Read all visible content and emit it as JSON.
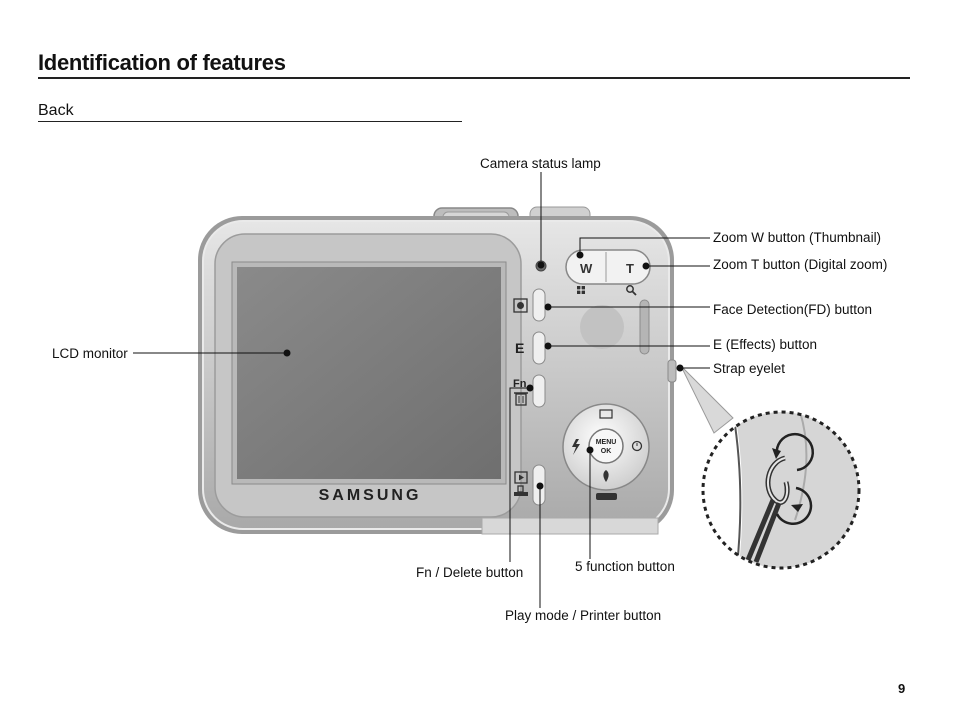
{
  "header": {
    "title": "Identification of features"
  },
  "section": {
    "title": "Back"
  },
  "camera": {
    "brand": "SAMSUNG",
    "zoom_w_glyph": "W",
    "zoom_t_glyph": "T",
    "effects_glyph": "E",
    "fn_glyph": "Fn",
    "menu_glyph": "MENU",
    "ok_glyph": "OK"
  },
  "callouts": {
    "status_lamp": "Camera status lamp",
    "zoom_w": "Zoom W button (Thumbnail)",
    "zoom_t": "Zoom T button (Digital zoom)",
    "face_detection": "Face Detection(FD) button",
    "effects": "E (Effects) button",
    "strap": "Strap eyelet",
    "lcd": "LCD monitor",
    "fn_delete": "Fn / Delete button",
    "five_function": "5 function button",
    "play_printer": "Play mode / Printer button"
  },
  "footer": {
    "page_number": "9"
  },
  "colors": {
    "body": "#c9c9c9",
    "lcd": "#7e7e7e",
    "text": "#111111"
  }
}
